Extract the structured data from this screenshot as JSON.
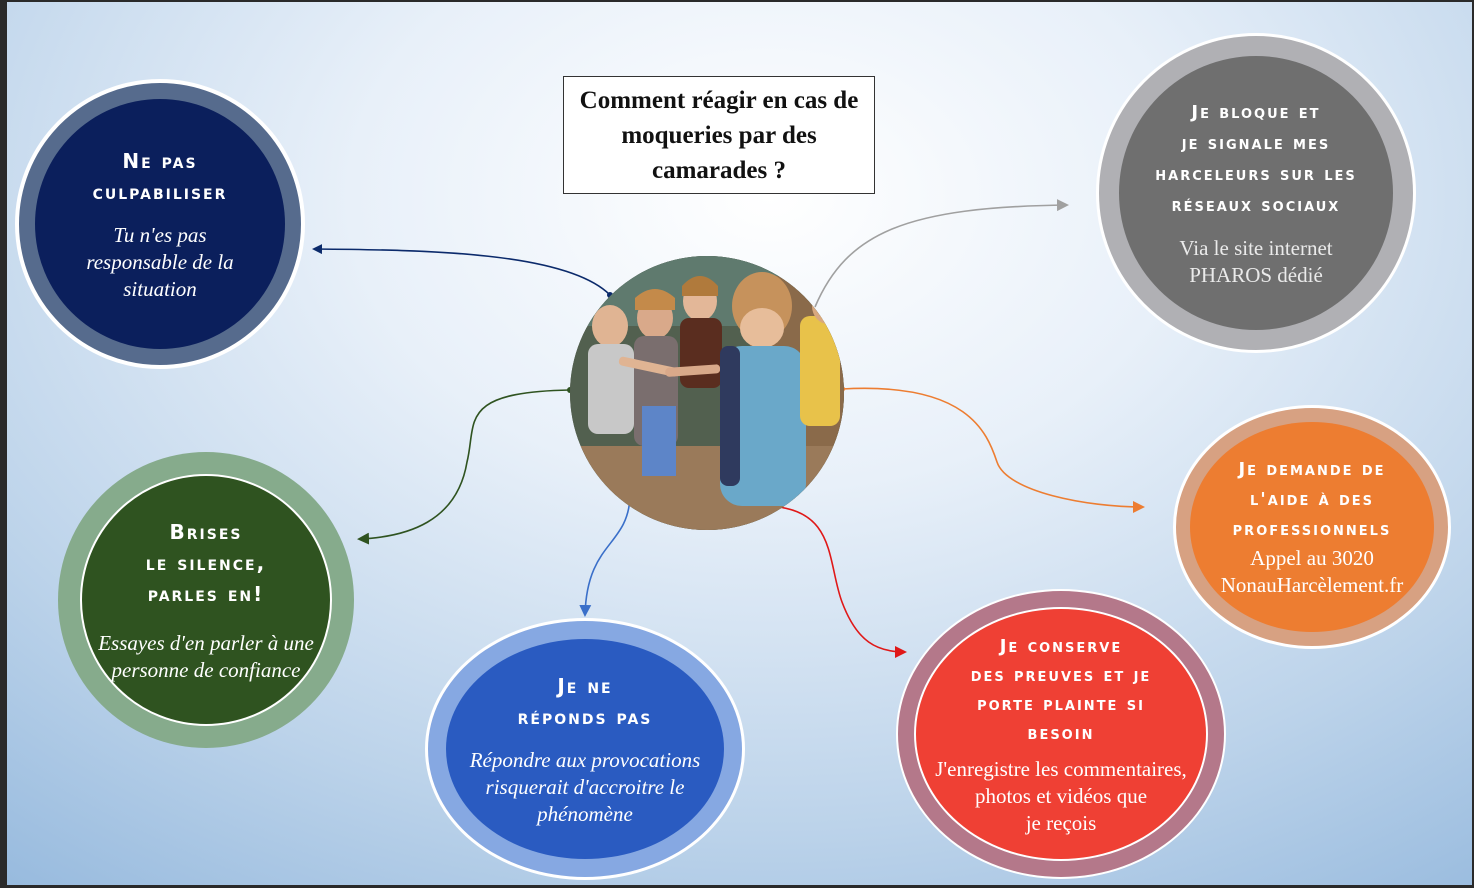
{
  "title": "Comment réagir en cas de moqueries par des camarades ?",
  "center_image": "children-pointing-and-mocking-crying-boy",
  "nodes": {
    "culpabiliser": {
      "heading": "Ne pas\nculpabiliser",
      "text": "Tu n'es pas\nresponsable de la\nsituation",
      "color": "#0b1f5c",
      "ring": "#566b8d"
    },
    "silence": {
      "heading": "Brises\nle silence,\nparles en!",
      "text": "Essayes d'en parler à une\npersonne de confiance",
      "color": "#2f5320",
      "ring": "#86ab8c"
    },
    "reponds": {
      "heading": "Je ne\nréponds pas",
      "text": "Répondre aux provocations\nrisquerait d'accroitre le\nphénomène",
      "color": "#2a5bc1",
      "ring": "#86a8e2"
    },
    "preuves": {
      "heading": "Je conserve\ndes preuves et je\nporte plainte si\nbesoin",
      "text": "J'enregistre les commentaires,\nphotos et vidéos que\nje reçois",
      "color": "#ef4034",
      "ring": "#b4788a"
    },
    "aide": {
      "heading": "Je demande de\nl'aide à des\nprofessionnels",
      "text": "Appel au 3020\nNonauHarcèlement.fr",
      "color": "#ed7d31",
      "ring": "#d7a182"
    },
    "bloque": {
      "heading": "Je bloque et\nje signale mes\nharceleurs sur les\nréseaux sociaux",
      "text": "Via le site internet\nPHAROS dédié",
      "color": "#6f6f6f",
      "ring": "#b0b0b4"
    }
  },
  "arrow_colors": {
    "culpabiliser": "#0b2a6b",
    "silence": "#2f5320",
    "reponds": "#3a6fc9",
    "preuves": "#e01818",
    "aide": "#ed7d31",
    "bloque": "#a0a0a0"
  }
}
